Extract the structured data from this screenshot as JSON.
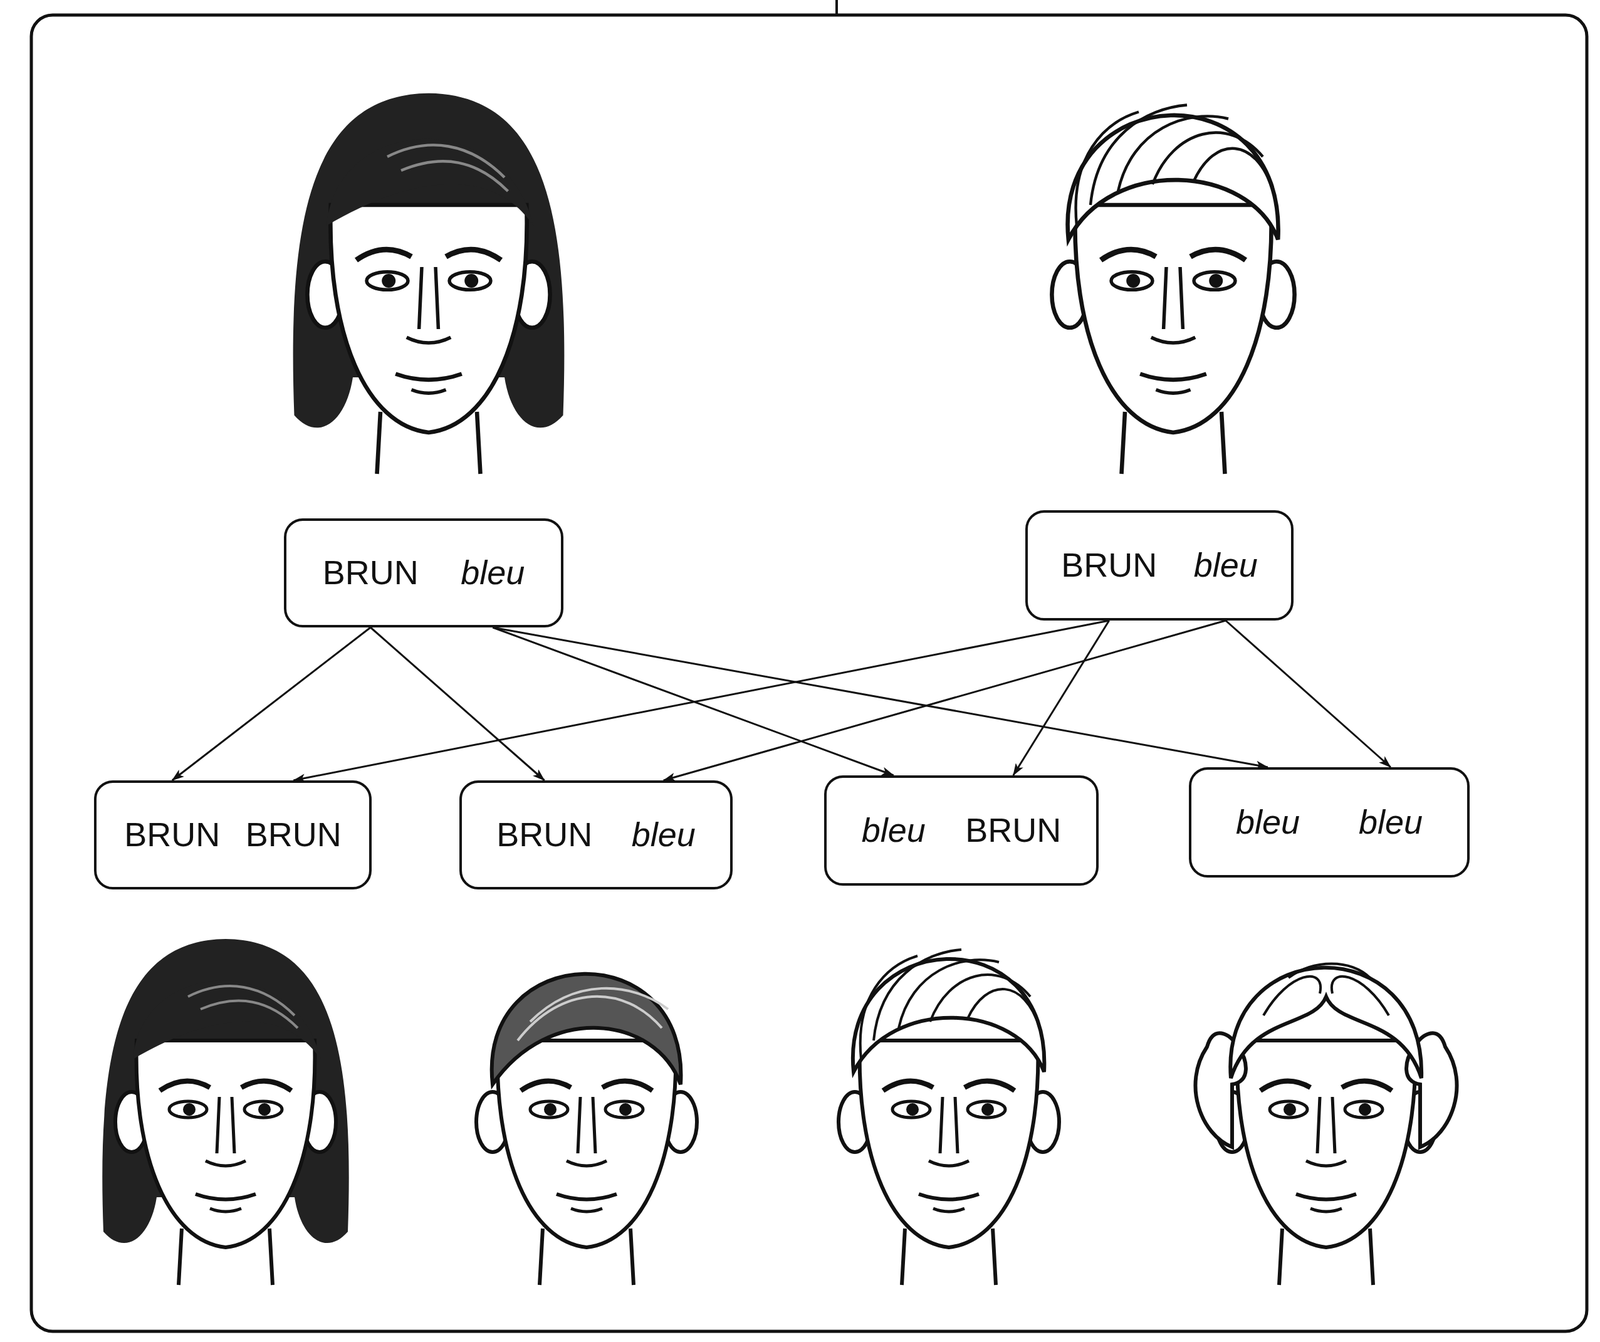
{
  "diagram": {
    "nodes": [
      {
        "text": [
          "BRUN",
          "bleu"
        ]
      },
      {
        "text": [
          "BRUN",
          "bleu"
        ]
      },
      {
        "text": [
          "BRUN",
          "BRUN"
        ]
      },
      {
        "text": [
          "BRUN",
          "bleu"
        ]
      },
      {
        "text": [
          "bleu",
          "BRUN"
        ]
      },
      {
        "text": [
          "bleu",
          "bleu"
        ]
      }
    ],
    "edges": [
      {
        "from": 0,
        "to": 2,
        "arrow": "to"
      },
      {
        "from": 0,
        "to": 3,
        "arrow": "to"
      },
      {
        "from": 0,
        "to": 4,
        "arrow": "to"
      },
      {
        "from": 0,
        "to": 5,
        "arrow": "to"
      },
      {
        "from": 1,
        "to": 2,
        "arrow": "to"
      },
      {
        "from": 1,
        "to": 4,
        "arrow": "to"
      },
      {
        "from": 1,
        "to": 3,
        "arrow": "to"
      },
      {
        "from": 1,
        "to": 5,
        "arrow": "to"
      }
    ]
  }
}
